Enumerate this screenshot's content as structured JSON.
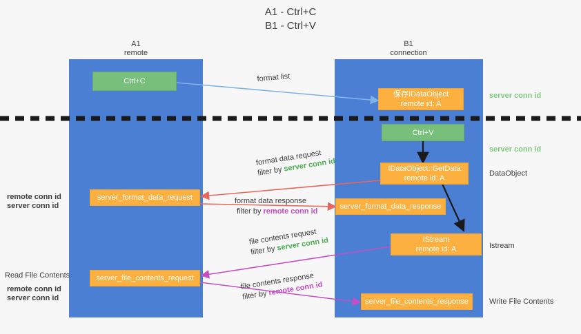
{
  "title": "A1 - Ctrl+C\nB1 - Ctrl+V",
  "columns": {
    "left": {
      "name": "A1",
      "role": "remote"
    },
    "right": {
      "name": "B1",
      "role": "connection"
    }
  },
  "nodes": {
    "ctrl_c": {
      "label": "Ctrl+C"
    },
    "save_idataobject": {
      "label": "保存IDataObject",
      "sub": "remote id: A"
    },
    "ctrl_v": {
      "label": "Ctrl+V"
    },
    "getdata": {
      "label": "IDataObject::GetData",
      "sub": "remote id: A"
    },
    "istream": {
      "label": "IStream",
      "sub": "remote id: A"
    },
    "server_format_data_request": {
      "label": "server_format_data_request"
    },
    "server_format_data_response": {
      "label": "server_format_data_response"
    },
    "server_file_contents_request": {
      "label": "server_file_contents_request"
    },
    "server_file_contents_response": {
      "label": "server_file_contents_response"
    }
  },
  "edges": {
    "format_list": {
      "line1": "format list"
    },
    "format_data_request": {
      "line1": "format data request",
      "filter_prefix": "filter by ",
      "filter_key": "server conn id"
    },
    "format_data_response": {
      "line1": "format data response",
      "filter_prefix": "filter by ",
      "filter_key": "remote conn id"
    },
    "file_contents_request": {
      "line1": "file contents request",
      "filter_prefix": "filter by ",
      "filter_key": "server conn id"
    },
    "file_contents_response": {
      "line1": "file contents response",
      "filter_prefix": "filter by ",
      "filter_key": "remote conn id"
    }
  },
  "right_labels": {
    "server_conn_id_top": "server conn id",
    "server_conn_id_mid": "server conn id",
    "dataobject": "DataObject",
    "istream": "Istream",
    "write_file_contents": "Write File Contents"
  },
  "left_labels": {
    "remote_conn_id_1": "remote conn id",
    "server_conn_id_1": "server conn id",
    "read_file_contents": "Read File Contents",
    "remote_conn_id_2": "remote conn id",
    "server_conn_id_2": "server conn id"
  },
  "colors": {
    "lane": "#4a7fd4",
    "green_node": "#79bf7c",
    "orange_node": "#fbb040",
    "server_conn_id": "#4caf50",
    "remote_conn_id": "#c44ec4",
    "arrow_blue": "#7fb3e8",
    "arrow_red": "#e8665a",
    "arrow_magenta": "#c44ec4",
    "arrow_dark": "#1a1a1a",
    "background": "#f7f7f7"
  }
}
